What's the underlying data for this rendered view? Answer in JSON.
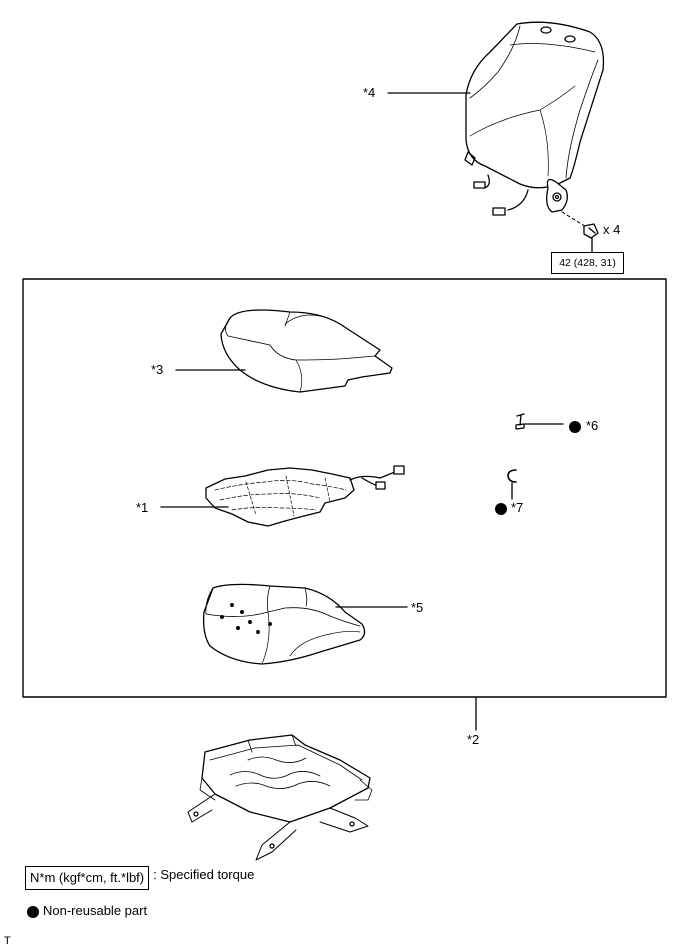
{
  "callouts": {
    "c4": "*4",
    "c3": "*3",
    "c1": "*1",
    "c6": "*6",
    "c7": "*7",
    "c5": "*5",
    "c2": "*2"
  },
  "fastener_qty": "x 4",
  "torque_value": "42 (428, 31)",
  "legend": {
    "torque_box": "N*m (kgf*cm, ft.*lbf)",
    "torque_text": ": Specified torque",
    "non_reusable_text": "Non-reusable part"
  },
  "footnote": "T"
}
